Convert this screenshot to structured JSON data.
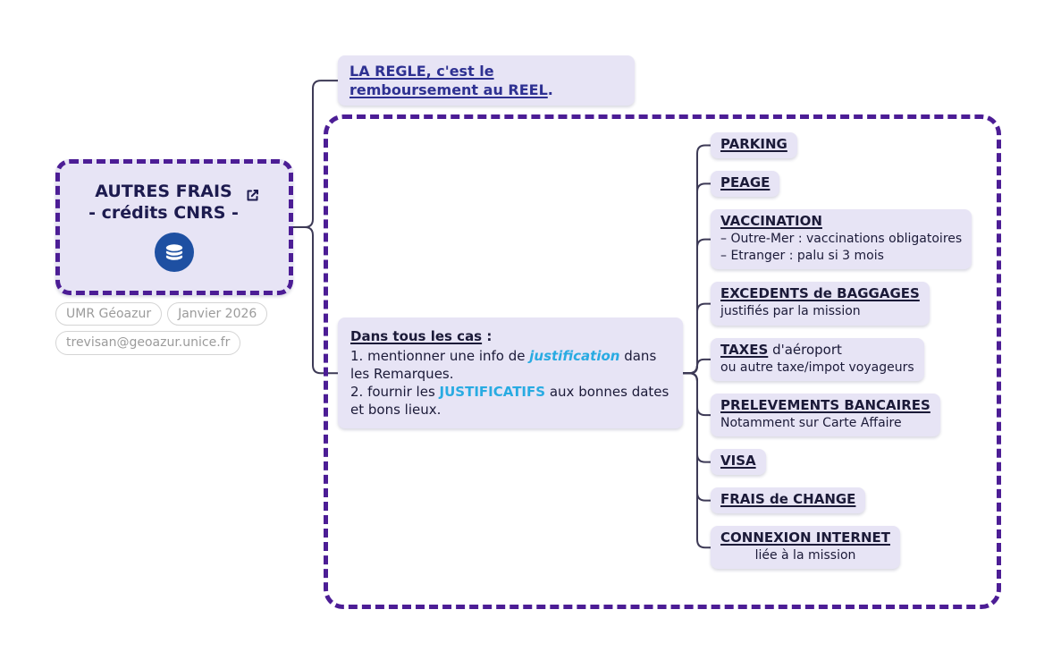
{
  "colors": {
    "purple_border": "#4c1d95",
    "node_background": "#e7e4f5",
    "dark_text": "#1d1b4f",
    "rule_link_text": "#2e3192",
    "accent_blue": "#29abe2",
    "connector": "#3d3a56",
    "coin_icon_blue": "#1e50a2"
  },
  "root": {
    "title_line1": "AUTRES FRAIS",
    "title_line2": "- crédits CNRS -",
    "icons": {
      "link": "external-link-icon",
      "coins": "coins-stack-icon"
    },
    "tags": [
      "UMR Géoazur",
      "Janvier 2026",
      "trevisan@geoazur.unice.fr"
    ]
  },
  "rule_node": {
    "text": "LA REGLE, c'est le remboursement au REEL",
    "suffix": "."
  },
  "cases_node": {
    "title": "Dans tous les cas",
    "title_suffix": " :",
    "item1_pre": "1. mentionner une info de ",
    "item1_highlight": "justification",
    "item1_post": " dans les Remarques.",
    "item2_pre": "2. fournir les ",
    "item2_highlight": "JUSTIFICATIFS",
    "item2_post": " aux bonnes dates et bons lieux."
  },
  "children": [
    {
      "title": "PARKING",
      "suffix": "",
      "lines": []
    },
    {
      "title": "PEAGE",
      "suffix": "",
      "lines": []
    },
    {
      "title": "VACCINATION",
      "suffix": "",
      "lines": [
        "– Outre-Mer : vaccinations obligatoires",
        "– Etranger : palu si 3 mois"
      ]
    },
    {
      "title": "EXCEDENTS de BAGGAGES",
      "suffix": "",
      "lines": [
        "justifiés par la mission"
      ]
    },
    {
      "title": "TAXES",
      "suffix": " d'aéroport",
      "lines": [
        "ou autre taxe/impot voyageurs"
      ]
    },
    {
      "title": "PRELEVEMENTS BANCAIRES",
      "suffix": "",
      "lines": [
        "Notamment sur Carte Affaire"
      ]
    },
    {
      "title": "VISA",
      "suffix": "",
      "lines": []
    },
    {
      "title": "FRAIS de CHANGE",
      "suffix": "",
      "lines": []
    },
    {
      "title": "CONNEXION INTERNET",
      "suffix": "",
      "lines": [
        "liée à la mission"
      ],
      "align": "center"
    }
  ]
}
